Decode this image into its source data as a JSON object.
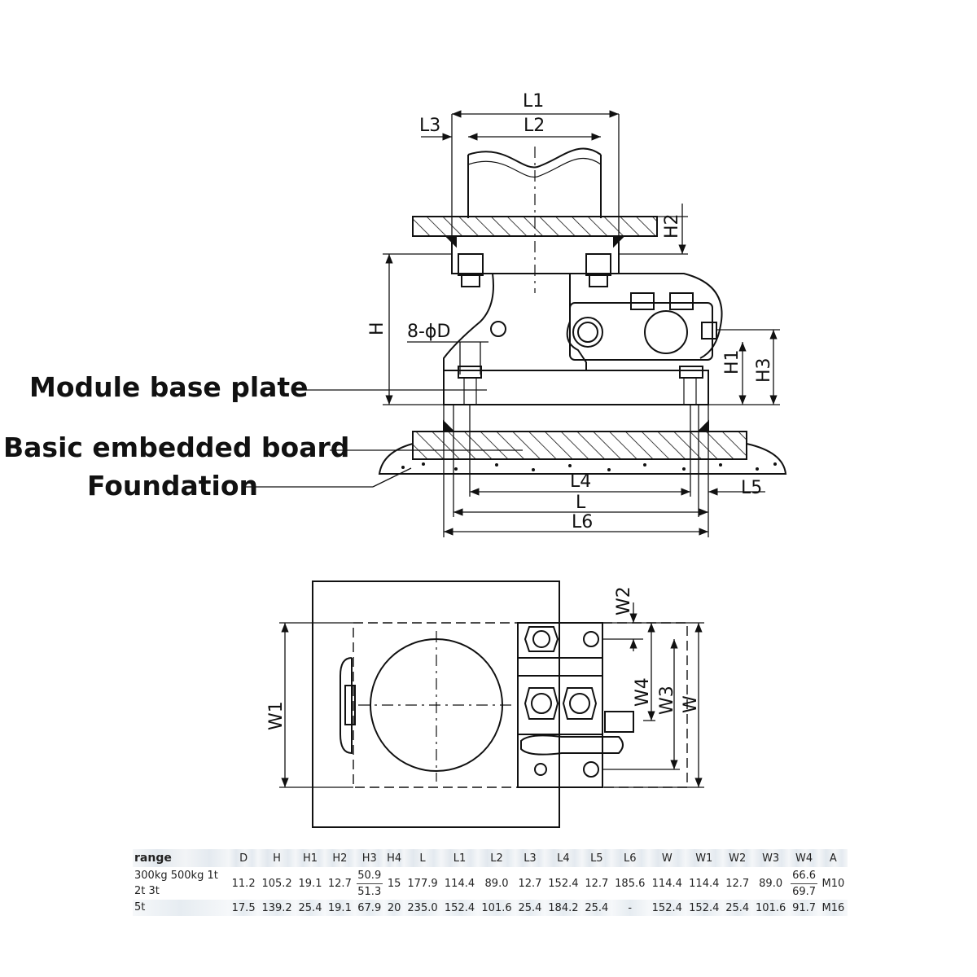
{
  "callouts": {
    "module_base_plate": "Module base plate",
    "basic_embedded_board": "Basic embedded board",
    "foundation": "Foundation"
  },
  "dims": {
    "L1": "L1",
    "L2": "L2",
    "L3": "L3",
    "H2": "H2",
    "H": "H",
    "hole": "8-ϕD",
    "H1": "H1",
    "H3": "H3",
    "L4": "L4",
    "L5": "L5",
    "L": "L",
    "L6": "L6",
    "W1": "W1",
    "W2": "W2",
    "W4": "W4",
    "W3": "W3",
    "W": "W"
  },
  "table": {
    "headers": [
      "range",
      "D",
      "H",
      "H1",
      "H2",
      "H3",
      "H4",
      "L",
      "L1",
      "L2",
      "L3",
      "L4",
      "L5",
      "L6",
      "W",
      "W1",
      "W2",
      "W3",
      "W4",
      "A"
    ],
    "row1": {
      "range_line1": "300kg 500kg 1t",
      "range_line2": "2t 3t",
      "D": "11.2",
      "H": "105.2",
      "H1": "19.1",
      "H2": "12.7",
      "H3_a": "50.9",
      "H3_b": "51.3",
      "H4": "15",
      "L": "177.9",
      "L1": "114.4",
      "L2": "89.0",
      "L3": "12.7",
      "L4": "152.4",
      "L5": "12.7",
      "L6": "185.6",
      "W": "114.4",
      "W1": "114.4",
      "W2": "12.7",
      "W3": "89.0",
      "W4_a": "66.6",
      "W4_b": "69.7",
      "A": "M10"
    },
    "row2": {
      "range": "5t",
      "D": "17.5",
      "H": "139.2",
      "H1": "25.4",
      "H2": "19.1",
      "H3": "67.9",
      "H4": "20",
      "L": "235.0",
      "L1": "152.4",
      "L2": "101.6",
      "L3": "25.4",
      "L4": "184.2",
      "L5": "25.4",
      "L6": "-",
      "W": "152.4",
      "W1": "152.4",
      "W2": "25.4",
      "W3": "101.6",
      "W4": "91.7",
      "A": "M16"
    }
  }
}
